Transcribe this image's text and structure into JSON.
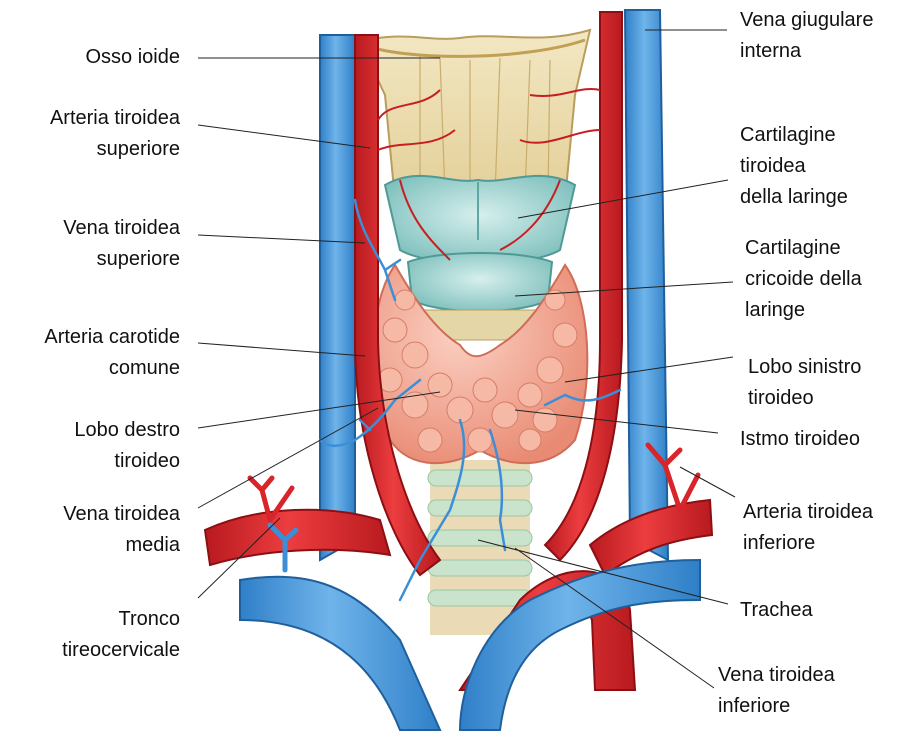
{
  "labels_left": [
    {
      "id": "osso-ioide",
      "text": "Osso ioide"
    },
    {
      "id": "arteria-tiroidea-superiore",
      "text": "Arteria tiroidea\nsuperiore"
    },
    {
      "id": "vena-tiroidea-superiore",
      "text": "Vena tiroidea\nsuperiore"
    },
    {
      "id": "arteria-carotide-comune",
      "text": "Arteria carotide\ncomune"
    },
    {
      "id": "lobo-destro-tiroideo",
      "text": "Lobo destro\ntiroideo"
    },
    {
      "id": "vena-tiroidea-media",
      "text": "Vena tiroidea\nmedia"
    },
    {
      "id": "tronco-tireocervicale",
      "text": "Tronco\ntireocervicale"
    }
  ],
  "labels_right": [
    {
      "id": "vena-giugulare-interna",
      "text": "Vena giugulare\ninterna"
    },
    {
      "id": "cartilagine-tiroidea",
      "text": "Cartilagine\ntiroidea\ndella laringe"
    },
    {
      "id": "cartilagine-cricoide",
      "text": "Cartilagine\ncricoide della\nlaringe"
    },
    {
      "id": "lobo-sinistro-tiroideo",
      "text": "Lobo sinistro\ntiroideo"
    },
    {
      "id": "istmo-tiroideo",
      "text": "Istmo tiroideo"
    },
    {
      "id": "arteria-tiroidea-inferiore",
      "text": "Arteria tiroidea\ninferiore"
    },
    {
      "id": "trachea",
      "text": "Trachea"
    },
    {
      "id": "vena-tiroidea-inferiore",
      "text": "Vena tiroidea\ninferiore"
    }
  ],
  "colors": {
    "artery": "#d9252a",
    "artery_dark": "#a8161b",
    "vein": "#3c8fd6",
    "vein_light": "#8cc6ef",
    "cartilage": "#a9d6d3",
    "bone": "#eadbb0",
    "thyroid": "#f0a08a",
    "trachea": "#d5e7d2"
  }
}
